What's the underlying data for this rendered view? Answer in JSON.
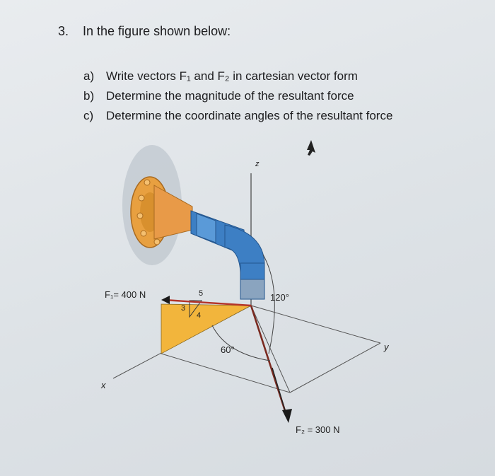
{
  "question": {
    "number": "3.",
    "text": "In the figure shown below:"
  },
  "parts": [
    {
      "letter": "a)",
      "text": "Write vectors F₁ and F₂ in cartesian vector form"
    },
    {
      "letter": "b)",
      "text": "Determine the magnitude of the resultant force"
    },
    {
      "letter": "c)",
      "text": "Determine the coordinate angles of the resultant force"
    }
  ],
  "figure": {
    "f1_label": "F₁= 400 N",
    "f2_label": "F₂ = 300 N",
    "angle_120": "120°",
    "angle_60": "60°",
    "axis_z": "z",
    "axis_y": "y",
    "axis_x": "x",
    "slope_5": "5",
    "slope_3": "3",
    "slope_4": "4"
  },
  "colors": {
    "pipe_blue": "#3d7fc4",
    "flange_orange": "#e8a040",
    "triangle_yellow": "#f2b53c",
    "force_red": "#b3342a"
  }
}
